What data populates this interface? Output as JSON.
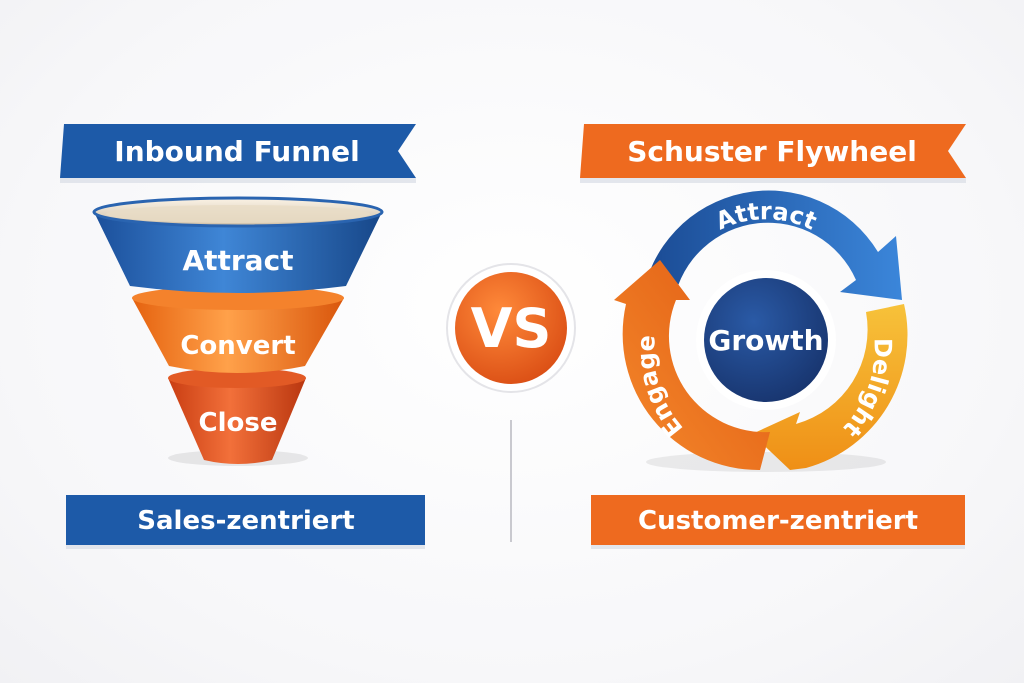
{
  "left": {
    "banner_title": "Inbound Funnel",
    "stages": [
      "Attract",
      "Convert",
      "Close"
    ],
    "footer": "Sales-zentriert"
  },
  "center": {
    "vs": "VS"
  },
  "right": {
    "banner_title": "Schuster Flywheel",
    "hub": "Growth",
    "segments": [
      "Attract",
      "Delight",
      "Engage"
    ],
    "footer": "Customer-zentriert"
  },
  "colors": {
    "blue": "#1d5aa8",
    "navy": "#1b3e7a",
    "orange": "#ee6a1f",
    "red": "#d94a1c",
    "yellow": "#f2a81d"
  }
}
